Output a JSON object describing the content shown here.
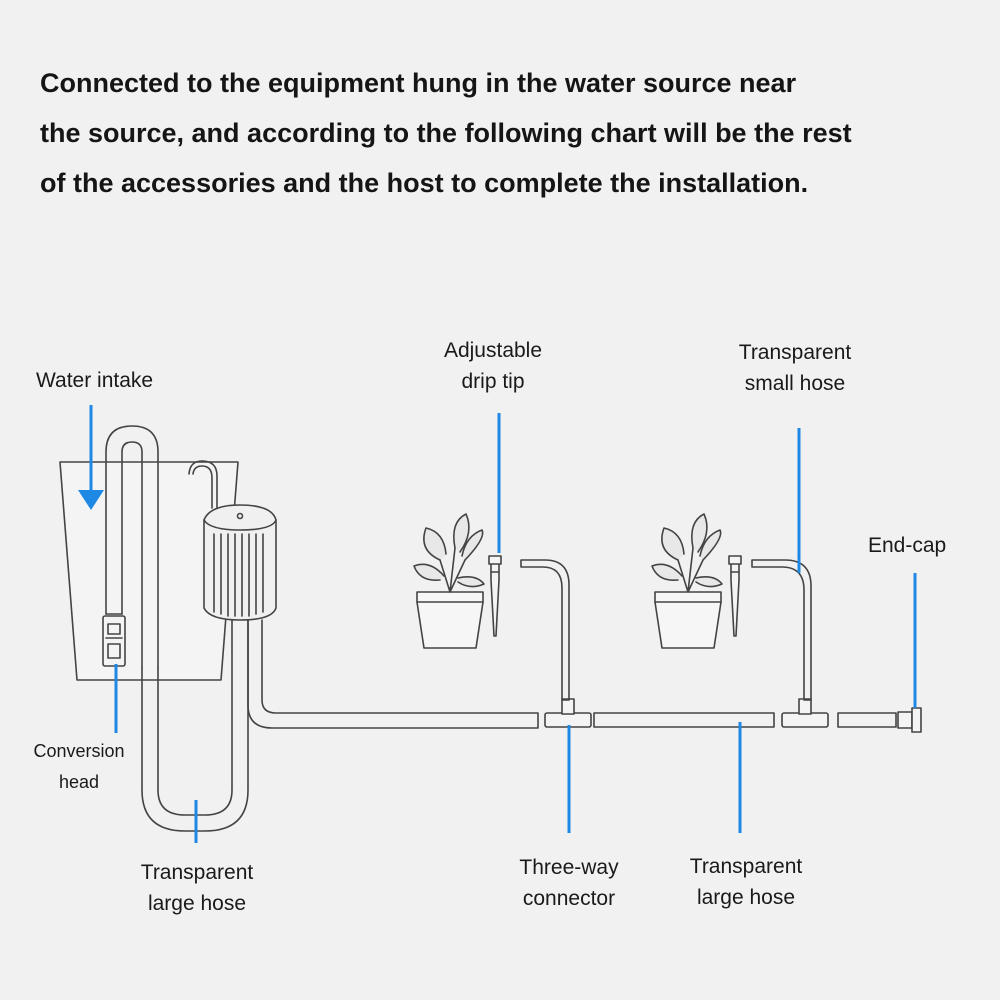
{
  "intro": {
    "line1": "Connected to the equipment hung in the water source near",
    "line2": "the source, and according to the following chart will be the rest",
    "line3": "of the accessories and the host to complete the installation."
  },
  "labels": {
    "water_intake": "Water intake",
    "adjustable_drip_tip_1": "Adjustable",
    "adjustable_drip_tip_2": "drip tip",
    "small_hose_1": "Transparent",
    "small_hose_2": "small hose",
    "end_cap": "End-cap",
    "conversion_head_1": "Conversion",
    "conversion_head_2": "head",
    "large_hose_left_1": "Transparent",
    "large_hose_left_2": "large hose",
    "three_way_1": "Three-way",
    "three_way_2": "connector",
    "large_hose_right_1": "Transparent",
    "large_hose_right_2": "large hose"
  },
  "colors": {
    "pointer": "#1e88e5",
    "tube": "#444444",
    "background": "#f1f1f1"
  }
}
